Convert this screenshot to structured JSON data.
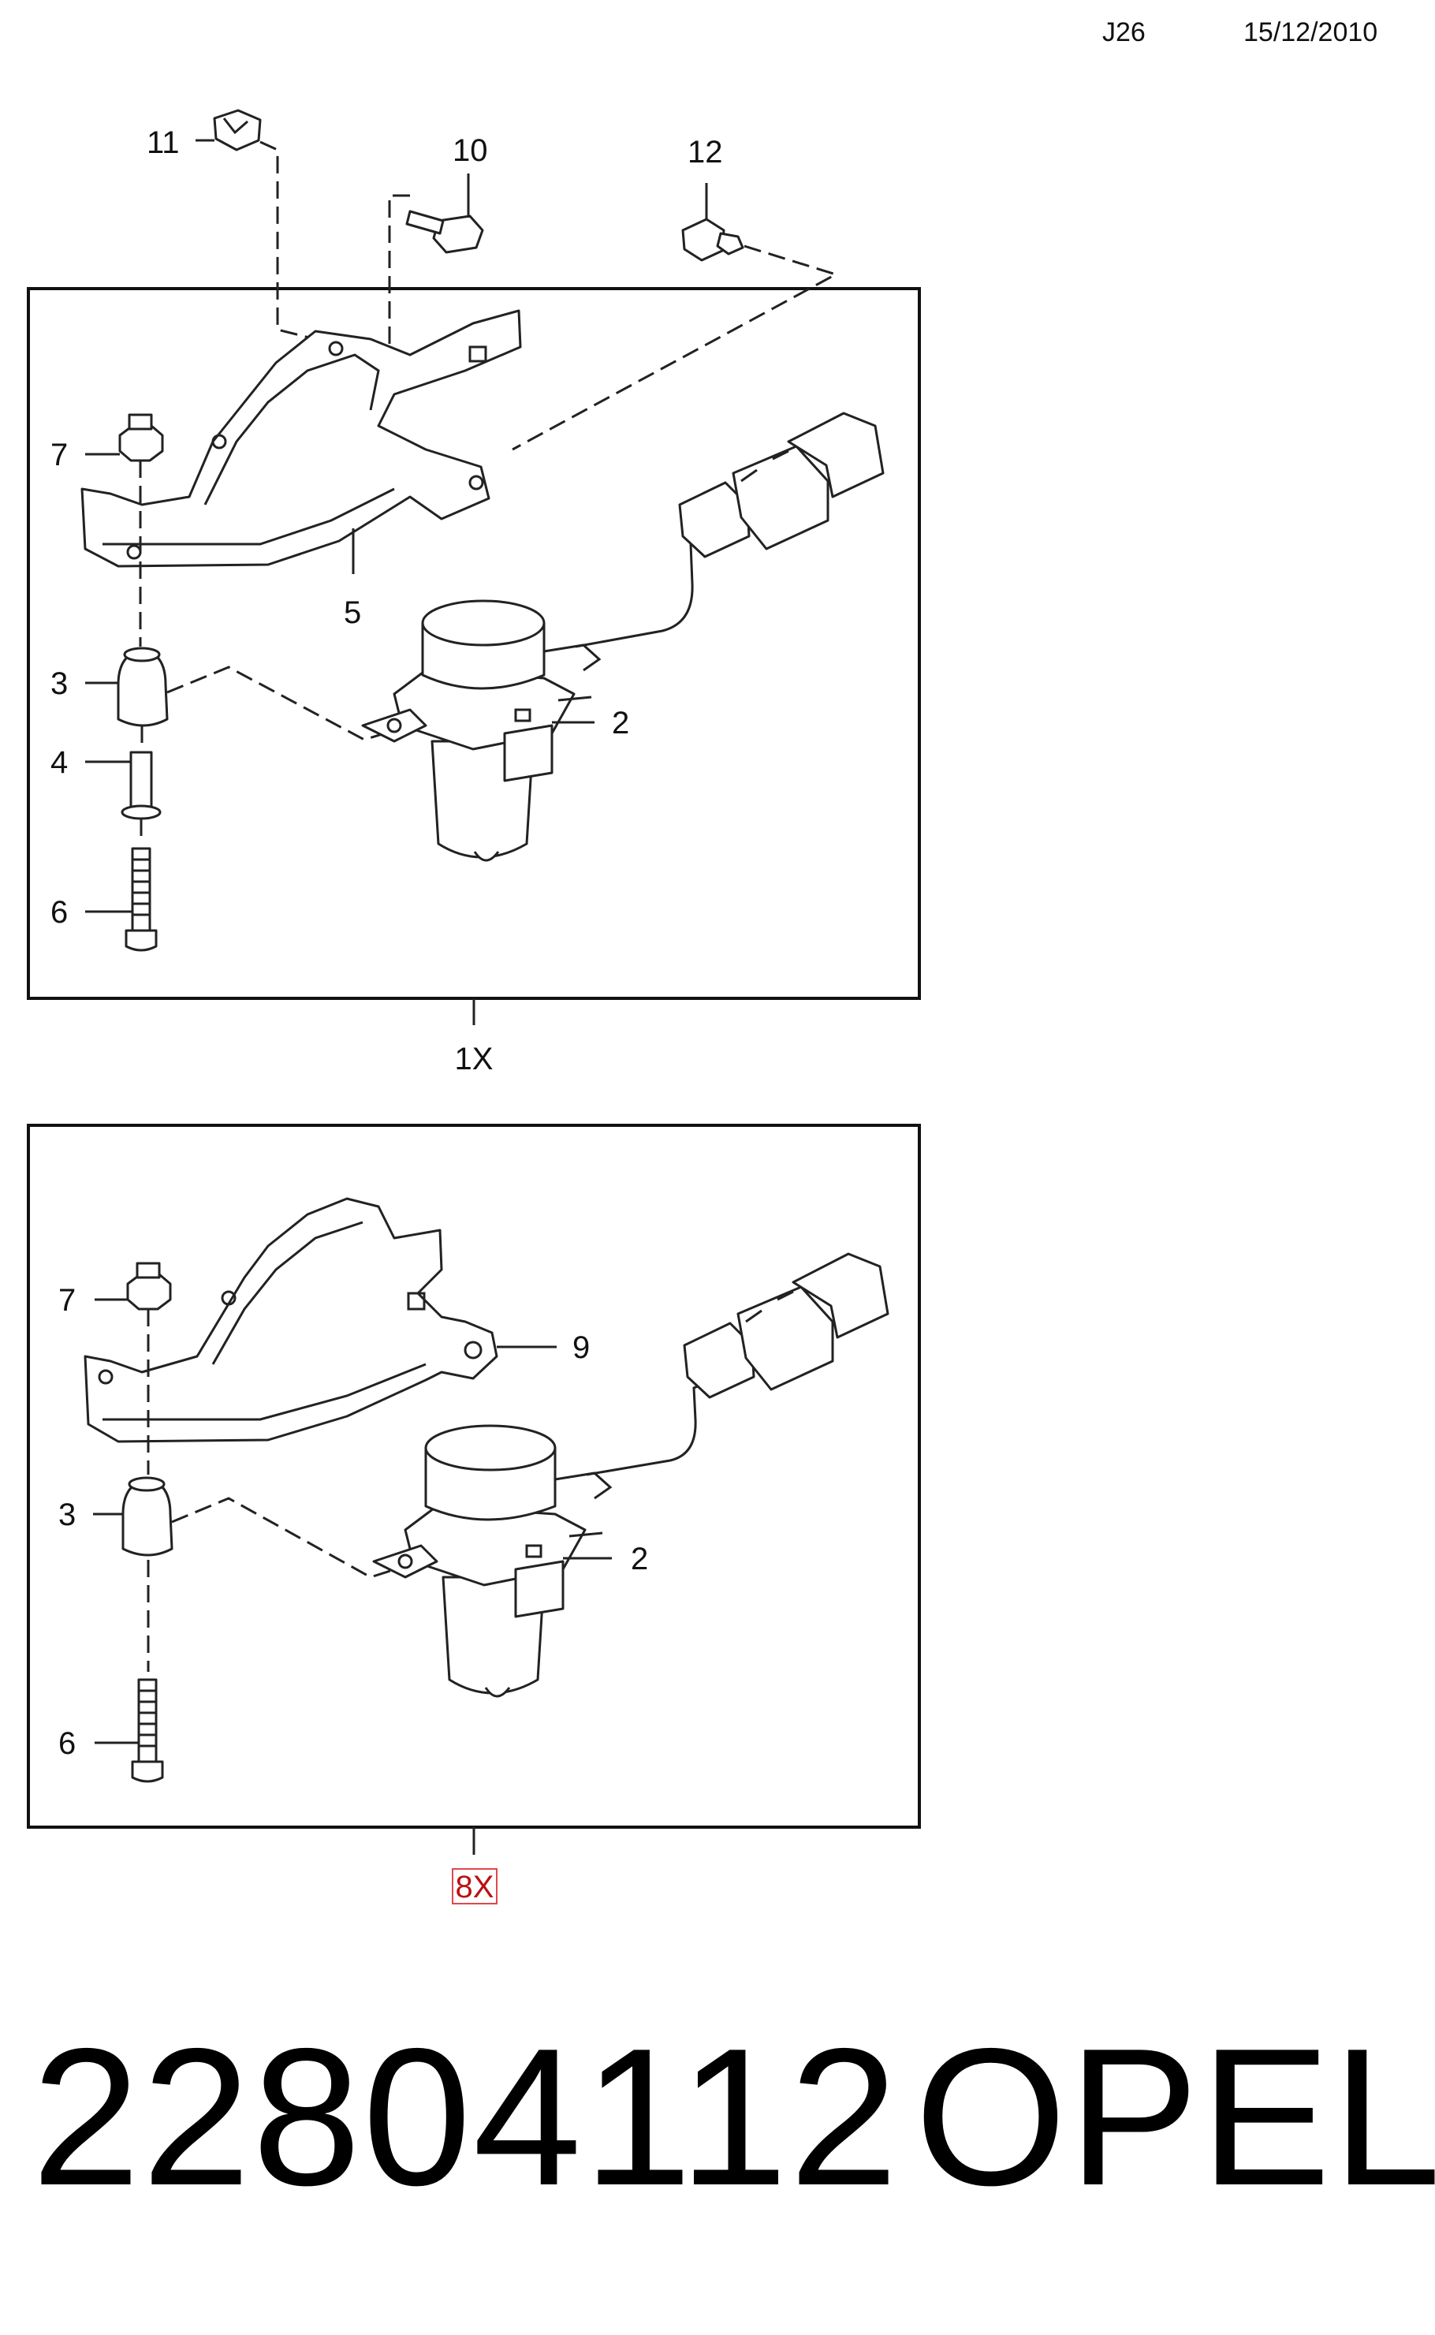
{
  "header": {
    "sheet_code": "J26",
    "date": "15/12/2010"
  },
  "top_panel": {
    "callouts": {
      "c11": "11",
      "c10": "10",
      "c12": "12",
      "c7": "7",
      "c5": "5",
      "c3": "3",
      "c2": "2",
      "c4": "4",
      "c6": "6"
    },
    "quantity": "1X"
  },
  "bottom_panel": {
    "callouts": {
      "c7": "7",
      "c9": "9",
      "c3": "3",
      "c2": "2",
      "c6": "6"
    },
    "quantity": "8X"
  },
  "footer": {
    "part_number": "22804112",
    "brand": "OPEL"
  },
  "colors": {
    "highlight_box": "#e0474c"
  }
}
